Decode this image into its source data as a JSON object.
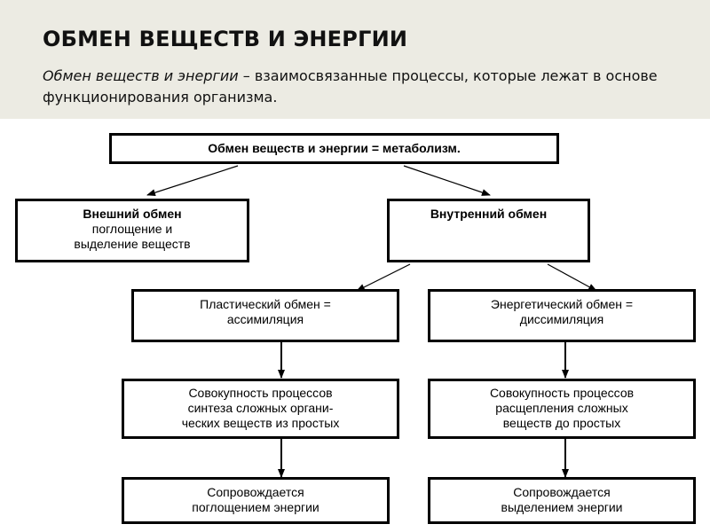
{
  "slide": {
    "title": "ОБМЕН ВЕЩЕСТВ И ЭНЕРГИИ",
    "subtitle_term": "Обмен веществ и энергии",
    "subtitle_rest": " – взаимосвязанные процессы, которые лежат в основе функционирования организма."
  },
  "diagram": {
    "root": "Обмен веществ и энергии = метаболизм.",
    "external": {
      "title": "Внешний обмен",
      "line1": "поглощение и",
      "line2": "выделение веществ"
    },
    "internal": {
      "title": "Внутренний обмен"
    },
    "plastic": {
      "line1": "Пластический  обмен =",
      "line2": "ассимиляция",
      "desc1": "Совокупность процессов",
      "desc2": "синтеза сложных органи-",
      "desc3": "ческих веществ из простых",
      "energy1": "Сопровождается",
      "energy2": "поглощением  энергии"
    },
    "energetic": {
      "line1": "Энергетический  обмен =",
      "line2": "диссимиляция",
      "desc1": "Совокупность процессов",
      "desc2": "расщепления сложных",
      "desc3": "веществ до простых",
      "energy1": "Сопровождается",
      "energy2": "выделением  энергии"
    }
  }
}
